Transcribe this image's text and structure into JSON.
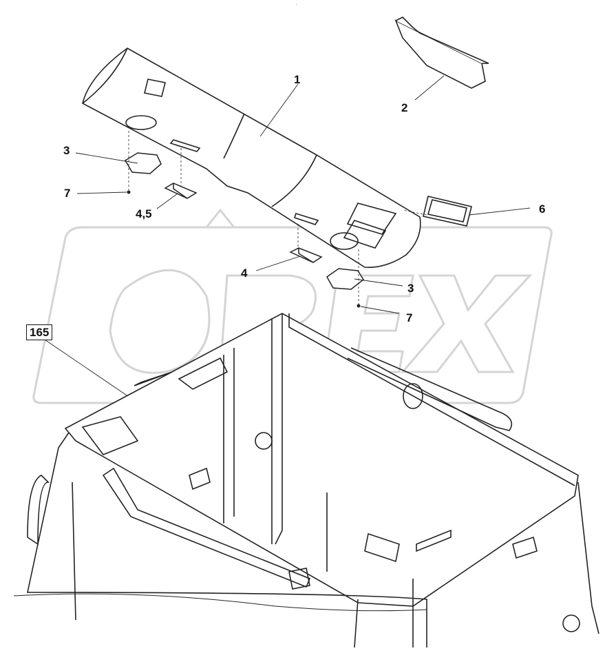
{
  "header": {
    "tiny_mark": "*"
  },
  "watermark": {
    "text": "OPEX"
  },
  "callouts": [
    {
      "id": "c1",
      "label": "1"
    },
    {
      "id": "c2",
      "label": "2"
    },
    {
      "id": "c3a",
      "label": "3"
    },
    {
      "id": "c7a",
      "label": "7"
    },
    {
      "id": "c45",
      "label": "4,5"
    },
    {
      "id": "c6",
      "label": "6"
    },
    {
      "id": "c4",
      "label": "4"
    },
    {
      "id": "c3b",
      "label": "3"
    },
    {
      "id": "c7b",
      "label": "7"
    },
    {
      "id": "c165",
      "label": "165"
    }
  ],
  "colors": {
    "line": "#222222",
    "watermark": "#d8d8d8"
  }
}
